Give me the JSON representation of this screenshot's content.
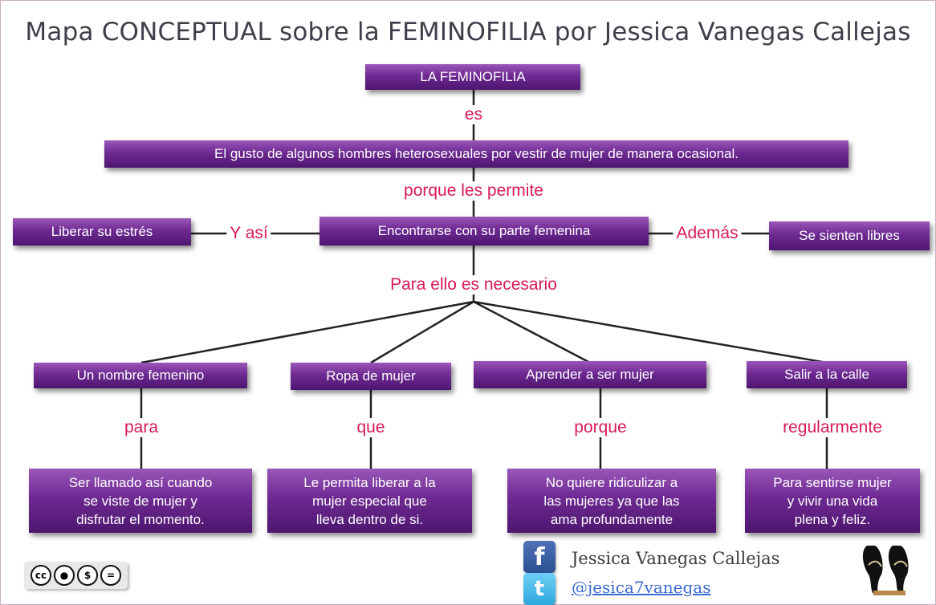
{
  "title": "Mapa CONCEPTUAL sobre la FEMINOFILIA por Jessica Vanegas Callejas",
  "nodes": {
    "root": "LA FEMINOFILIA",
    "definition": "El gusto de algunos hombres heterosexuales por vestir de mujer de manera ocasional.",
    "center": "Encontrarse con su parte femenina",
    "left": "Liberar su estrés",
    "right": "Se sienten libres",
    "req1": "Un nombre femenino",
    "req2": "Ropa de mujer",
    "req3": "Aprender a ser mujer",
    "req4": "Salir a la calle",
    "res1": [
      "Ser llamado así cuando",
      "se viste de mujer y",
      "disfrutar el momento."
    ],
    "res2": [
      "Le permita liberar a la",
      "mujer especial que",
      "lleva dentro de si."
    ],
    "res3": [
      "No quiere ridiculizar a",
      "las mujeres ya que las",
      "ama profundamente"
    ],
    "res4": [
      "Para sentirse mujer",
      "y vivir una vida",
      "plena y feliz."
    ]
  },
  "links": {
    "es": "es",
    "porque_les_permite": "porque les permite",
    "y_asi": "Y así",
    "ademas": "Además",
    "para_ello": "Para ello es necesario",
    "para": "para",
    "que": "que",
    "porque": "porque",
    "regularmente": "regularmente"
  },
  "footer": {
    "author": "Jessica Vanegas Callejas",
    "twitter_handle": "@jesica7vanegas",
    "license_icons": [
      "cc-icon",
      "by-icon",
      "nc-icon",
      "nd-icon"
    ],
    "facebook_icon": "facebook-icon",
    "twitter_icon": "twitter-icon",
    "shoes_icon": "high-heels-icon"
  },
  "colors": {
    "box": "#6e2a92",
    "link_text": "#d7195a",
    "title": "#3f3f4a"
  }
}
